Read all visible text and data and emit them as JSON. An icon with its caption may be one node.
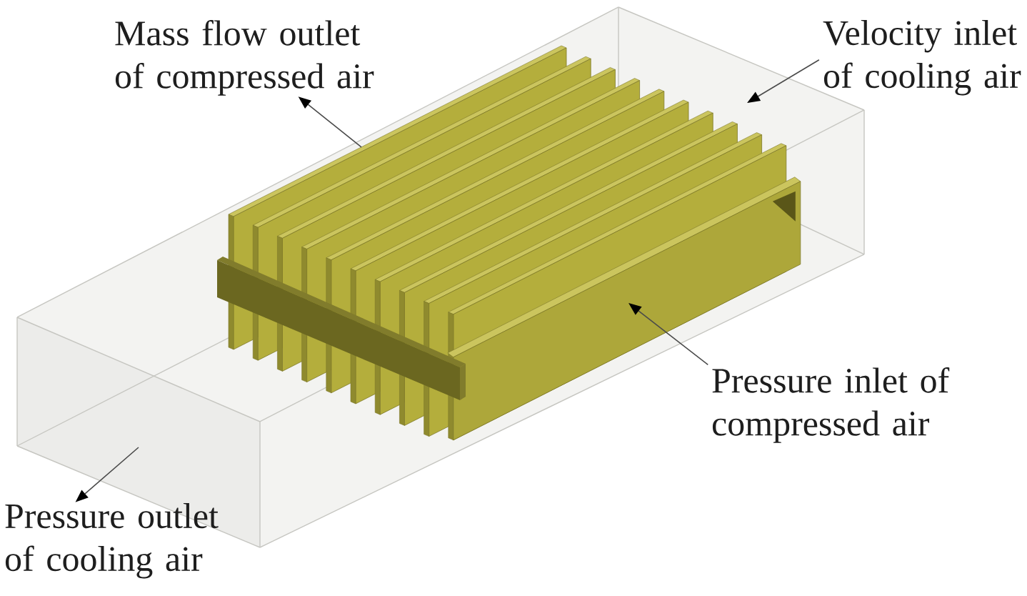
{
  "diagram": {
    "nodes": [
      {
        "text": [
          "Mass flow outlet of compressed air"
        ]
      },
      {
        "text": [
          "Velocity inlet of cooling air"
        ]
      },
      {
        "text": [
          "Pressure inlet of compressed air"
        ]
      },
      {
        "text": [
          "Pressure outlet of cooling air"
        ]
      }
    ],
    "edges": [
      {
        "from": null,
        "to": 0,
        "arrow": "to"
      },
      {
        "from": 1,
        "to": null,
        "arrow": "to"
      },
      {
        "from": 2,
        "to": null,
        "arrow": "to"
      },
      {
        "from": null,
        "to": 3,
        "arrow": "to"
      }
    ]
  }
}
